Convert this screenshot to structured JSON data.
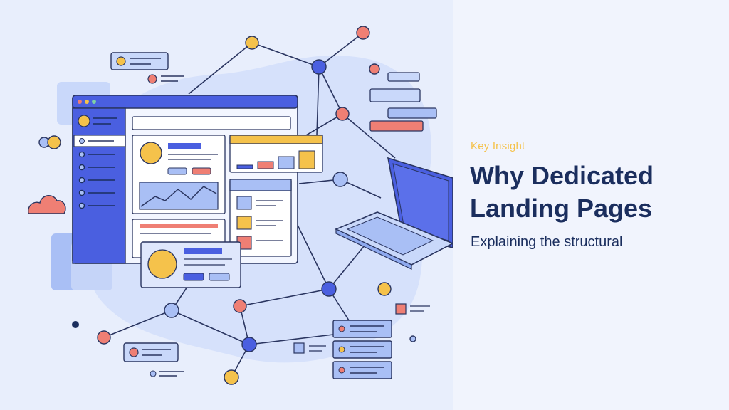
{
  "colors": {
    "navy": "#1b2e5e",
    "accent_yellow": "#f5c24b",
    "primary_blue": "#4a5fe0",
    "light_blue": "#a9bff5",
    "coral": "#ef7f74",
    "panel_bg": "#f1f4fd",
    "art_bg": "#e8eefc"
  },
  "slide": {
    "eyebrow": "Key Insight",
    "title": "Why Dedicated Landing Pages",
    "subtitle": "Explaining the structural"
  },
  "illustration": {
    "icons": [
      "browser-window-icon",
      "laptop-icon",
      "server-stack-icon",
      "cloud-icon",
      "network-node-icon",
      "chat-bubble-icon",
      "line-chart-icon"
    ]
  }
}
